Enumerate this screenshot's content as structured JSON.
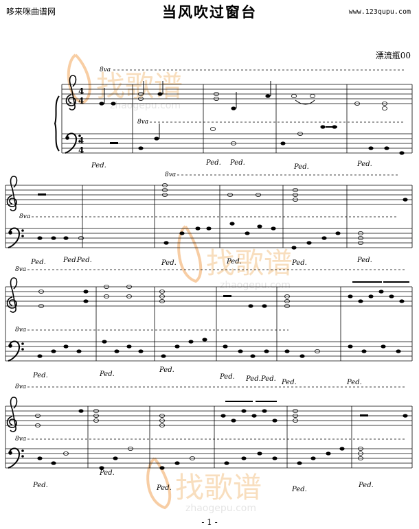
{
  "header": {
    "site_name": "哆来咪曲谱网",
    "title": "当风吹过窗台",
    "site_url": "www.123qupu.com"
  },
  "arranger": "漂流瓶00",
  "watermark": {
    "brand": "找歌谱",
    "url": "zhaogepu.com"
  },
  "score": {
    "time_signature_top": "4",
    "time_signature_bottom": "4",
    "octave_marking": "8va",
    "pedal_marking": "Ped.",
    "systems": 4
  },
  "footer": {
    "page_number": "- 1 -"
  }
}
